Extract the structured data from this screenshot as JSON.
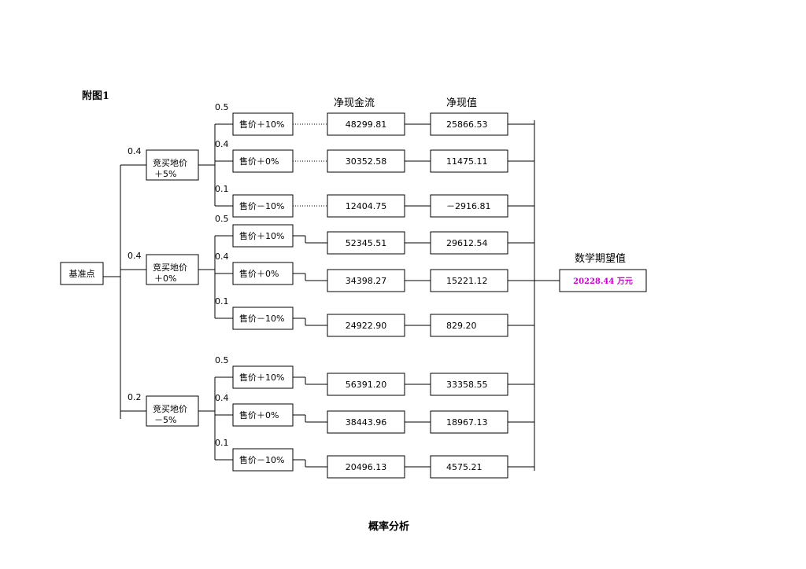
{
  "figure_label": "附图1",
  "caption": "概率分析",
  "root_label": "基准点",
  "headers": {
    "cash_flow": "净现金流",
    "npv": "净现值",
    "expected": "数学期望值"
  },
  "expected_value": "20228.44 万元",
  "colors": {
    "result": "#cc00cc"
  },
  "land_branches": [
    {
      "probability": "0.4",
      "label_line1": "竞买地价",
      "label_line2": "＋5%",
      "price_branches": [
        {
          "probability": "0.5",
          "label": "售价＋10%",
          "cash_flow": "48299.81",
          "npv": "25866.53"
        },
        {
          "probability": "0.4",
          "label": "售价＋0%",
          "cash_flow": "30352.58",
          "npv": "11475.11"
        },
        {
          "probability": "0.1",
          "label": "售价－10%",
          "cash_flow": "12404.75",
          "npv": "－2916.81"
        }
      ]
    },
    {
      "probability": "0.4",
      "label_line1": "竞买地价",
      "label_line2": "＋0%",
      "price_branches": [
        {
          "probability": "0.5",
          "label": "售价＋10%",
          "cash_flow": "52345.51",
          "npv": "29612.54"
        },
        {
          "probability": "0.4",
          "label": "售价＋0%",
          "cash_flow": "34398.27",
          "npv": "15221.12"
        },
        {
          "probability": "0.1",
          "label": "售价－10%",
          "cash_flow": "24922.90",
          "npv": "829.20"
        }
      ]
    },
    {
      "probability": "0.2",
      "label_line1": "竞买地价",
      "label_line2": "－5%",
      "price_branches": [
        {
          "probability": "0.5",
          "label": "售价＋10%",
          "cash_flow": "56391.20",
          "npv": "33358.55"
        },
        {
          "probability": "0.4",
          "label": "售价＋0%",
          "cash_flow": "38443.96",
          "npv": "18967.13"
        },
        {
          "probability": "0.1",
          "label": "售价－10%",
          "cash_flow": "20496.13",
          "npv": "4575.21"
        }
      ]
    }
  ]
}
